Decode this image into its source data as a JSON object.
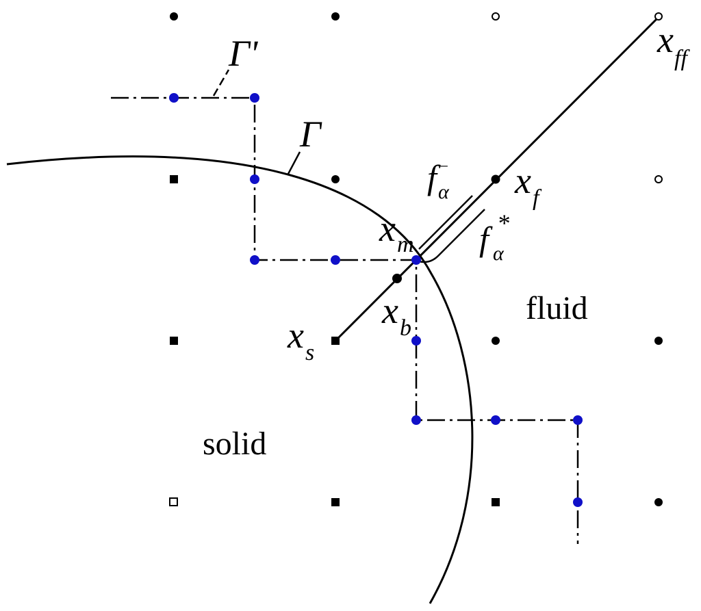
{
  "colors": {
    "background": "#ffffff",
    "ink": "#000000",
    "boundary_node": "#1010c8"
  },
  "labels": {
    "gamma_prime": "Γ'",
    "gamma": "Γ",
    "x_ff_main": "x",
    "x_ff_sub": "ff",
    "x_f_main": "x",
    "x_f_sub": "f",
    "x_m_main": "x",
    "x_m_sub": "m",
    "x_b_main": "x",
    "x_b_sub": "b",
    "x_s_main": "x",
    "x_s_sub": "s",
    "f_bar_main": "f",
    "f_bar_sub": "α",
    "f_bar_sup": "‾",
    "f_star_main": "f",
    "f_star_sub": "α",
    "f_star_sup": "*",
    "fluid": "fluid",
    "solid": "solid"
  },
  "legend_of_markers": {
    "fluid_node": "filled-circle",
    "ghost_fluid_node": "hollow-circle",
    "solid_node": "filled-square",
    "ghost_solid_node": "hollow-square",
    "boundary_link_node": "blue-dot"
  }
}
